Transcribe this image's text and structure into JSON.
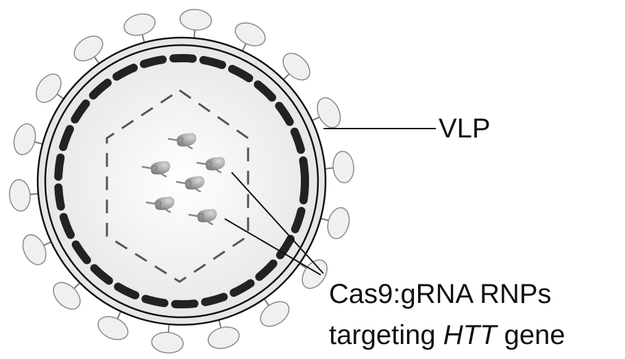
{
  "labels": {
    "vlp": "VLP",
    "rnp_line1": "Cas9:gRNA RNPs",
    "rnp_line2_prefix": "targeting ",
    "rnp_line2_gene": "HTT",
    "rnp_line2_suffix": " gene"
  },
  "diagram": {
    "spike_count": 18,
    "rnp_count": 6,
    "colors": {
      "membrane": "#111111",
      "capsid_dash": "#555555",
      "particle_fill": "#f2f2f2",
      "spike_fill": "#f0f0f0",
      "rnp": "#9a9a9a"
    }
  }
}
